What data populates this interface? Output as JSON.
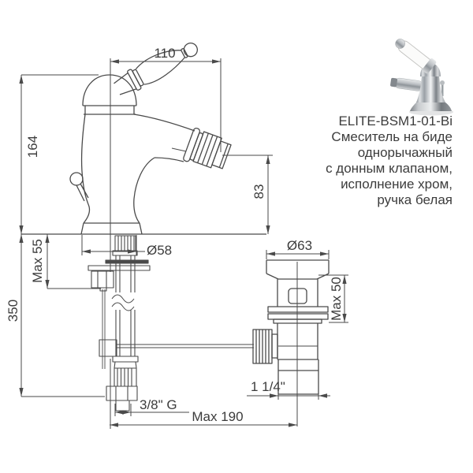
{
  "product": {
    "code": "ELITE-BSM1-01-Bi",
    "description_lines": [
      "Смеситель на биде",
      "однорычажный",
      "с донным клапаном,",
      "исполнение хром,",
      "ручка белая"
    ]
  },
  "dimensions": {
    "spout_reach": "110",
    "body_height": "164",
    "spout_height": "83",
    "base_diameter": "Ø58",
    "deck_max": "Max 55",
    "hose_length": "350",
    "drain_flange_diameter": "Ø63",
    "drain_deck_max": "Max 50",
    "drain_outlet_thread": "1 1/4\"",
    "supply_thread": "3/8\" G",
    "drain_offset_max": "Max 190"
  },
  "colors": {
    "line": "#4a4a4a",
    "text": "#3c3c3c",
    "background": "#ffffff"
  }
}
